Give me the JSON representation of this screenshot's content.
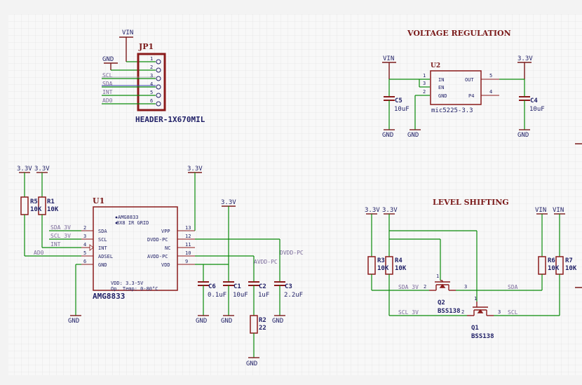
{
  "sections": {
    "voltage_regulation": "VOLTAGE REGULATION",
    "level_shifting": "LEVEL SHIFTING"
  },
  "header": {
    "designator": "JP1",
    "value": "HEADER-1X670MIL",
    "pins": [
      "1",
      "2",
      "3",
      "4",
      "5",
      "6"
    ],
    "nets": {
      "vin": "VIN",
      "gnd": "GND",
      "scl": "SCL",
      "sda": "SDA",
      "int": "INT",
      "ado": "AD0"
    }
  },
  "regulator": {
    "designator": "U2",
    "value": "mic5225-3.3",
    "pins": {
      "in": "IN",
      "en": "EN",
      "gnd": "GND",
      "out": "OUT",
      "p4": "P4"
    },
    "pin_numbers": {
      "in": "1",
      "en": "3",
      "gnd": "2",
      "out": "5",
      "p4": "4"
    },
    "vin": "VIN",
    "out_rail": "3.3V",
    "gnd_left": "GND",
    "gnd_mid": "GND",
    "gnd_right": "GND",
    "c_in": {
      "designator": "C5",
      "value": "10uF"
    },
    "c_out": {
      "designator": "C4",
      "value": "10uF"
    }
  },
  "sensor": {
    "designator": "U1",
    "value": "AMG8833",
    "inner_title": "AMG8833",
    "inner_subtitle": "8X8 IR GRID",
    "left_pins": [
      {
        "name": "SDA",
        "num": "2",
        "net": "SDA 3V"
      },
      {
        "name": "SCL",
        "num": "3",
        "net": "SCL 3V"
      },
      {
        "name": "INT",
        "num": "4",
        "net": "INT"
      },
      {
        "name": "ADSEL",
        "num": "5",
        "net": "AD0"
      },
      {
        "name": "GND",
        "num": "6",
        "net": ""
      }
    ],
    "right_pins": [
      {
        "name": "VPP",
        "num": "13"
      },
      {
        "name": "DVDD-PC",
        "num": "12"
      },
      {
        "name": "NC",
        "num": "11"
      },
      {
        "name": "AVDD-PC",
        "num": "10"
      },
      {
        "name": "VDD",
        "num": "9"
      }
    ],
    "note1": "VDD: 3.3-5V",
    "note2": "Op. Temp: 0-80°C"
  },
  "sensor_nets": {
    "pullup_left1": "3.3V",
    "pullup_left2": "3.3V",
    "vpp_rail": "3.3V",
    "vdd_rail": "3.3V",
    "gnd_u1": "GND",
    "gnd_c6": "GND",
    "gnd_c1": "GND",
    "gnd_c3": "GND",
    "gnd_r2": "GND",
    "dvdd_label": "DVDD-PC",
    "avdd_label": "AVDD-PC"
  },
  "passives": {
    "r5": {
      "designator": "R5",
      "value": "10K"
    },
    "r1": {
      "designator": "R1",
      "value": "10K"
    },
    "c6": {
      "designator": "C6",
      "value": "0.1uF"
    },
    "c1": {
      "designator": "C1",
      "value": "10uF"
    },
    "c2": {
      "designator": "C2",
      "value": "1uF"
    },
    "c3": {
      "designator": "C3",
      "value": "2.2uF"
    },
    "r2": {
      "designator": "R2",
      "value": "22"
    }
  },
  "level_shift": {
    "r3": {
      "designator": "R3",
      "value": "10K"
    },
    "r4": {
      "designator": "R4",
      "value": "10K"
    },
    "r6": {
      "designator": "R6",
      "value": "10K"
    },
    "r7": {
      "designator": "R7",
      "value": "10K"
    },
    "q1": {
      "designator": "Q1",
      "value": "BSS138"
    },
    "q2": {
      "designator": "Q2",
      "value": "BSS138"
    },
    "rails": {
      "a": "3.3V",
      "b": "3.3V",
      "c": "VIN",
      "d": "VIN"
    },
    "nets": {
      "sda3v": "SDA 3V",
      "scl3v": "SCL 3V",
      "sda": "SDA",
      "scl": "SCL"
    },
    "pins": {
      "g": "1",
      "s": "2",
      "d": "3"
    }
  }
}
